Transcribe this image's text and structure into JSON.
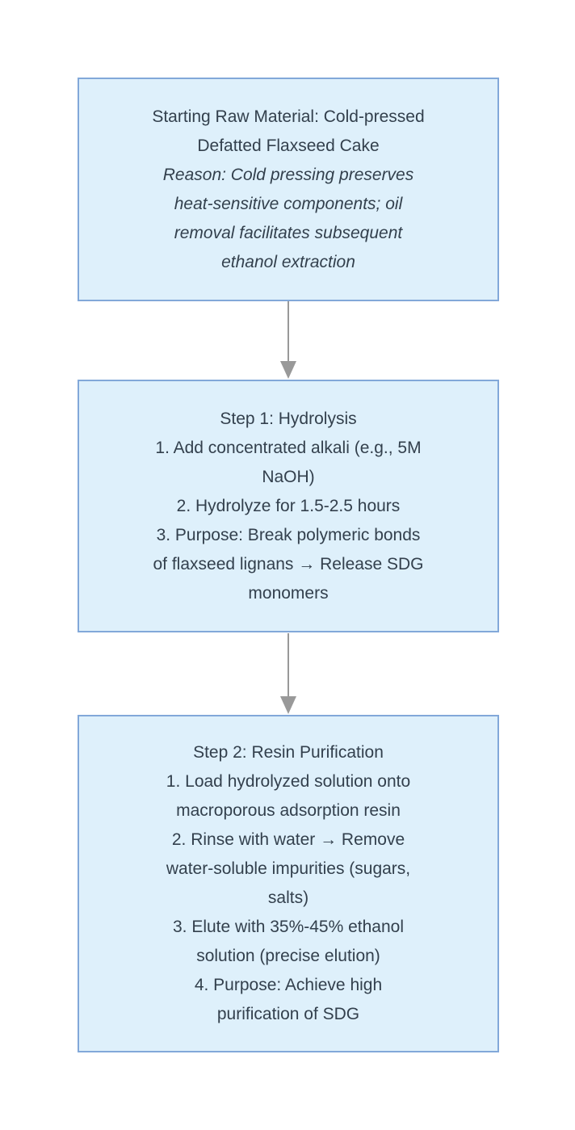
{
  "flowchart": {
    "title": "SDG extraction process flowchart",
    "colors": {
      "background": "#ffffff",
      "node_fill": "#def0fb",
      "node_border": "#82a8d9",
      "text": "#33404d",
      "arrow": "#999999"
    },
    "nodes": [
      {
        "id": "raw-material",
        "lines": [
          {
            "text": "Starting Raw Material: Cold-pressed",
            "style": "normal"
          },
          {
            "text": "Defatted Flaxseed Cake",
            "style": "normal"
          },
          {
            "text": "Reason: Cold pressing preserves",
            "style": "italic"
          },
          {
            "text": "heat-sensitive components; oil",
            "style": "italic"
          },
          {
            "text": "removal facilitates subsequent",
            "style": "italic"
          },
          {
            "text": "ethanol extraction",
            "style": "italic"
          }
        ]
      },
      {
        "id": "step-1-hydrolysis",
        "lines": [
          {
            "text": "Step 1: Hydrolysis",
            "style": "normal"
          },
          {
            "text": "1. Add concentrated alkali (e.g., 5M",
            "style": "normal"
          },
          {
            "text": "NaOH)",
            "style": "normal"
          },
          {
            "text": "2. Hydrolyze for 1.5-2.5 hours",
            "style": "normal"
          },
          {
            "text": "3. Purpose: Break polymeric bonds",
            "style": "normal"
          },
          {
            "text": "of flaxseed lignans → Release SDG",
            "style": "normal"
          },
          {
            "text": "monomers",
            "style": "normal"
          }
        ]
      },
      {
        "id": "step-2-resin-purification",
        "lines": [
          {
            "text": "Step 2: Resin Purification",
            "style": "normal"
          },
          {
            "text": "1. Load hydrolyzed solution onto",
            "style": "normal"
          },
          {
            "text": "macroporous adsorption resin",
            "style": "normal"
          },
          {
            "text": "2. Rinse with water → Remove",
            "style": "normal"
          },
          {
            "text": "water-soluble impurities (sugars,",
            "style": "normal"
          },
          {
            "text": "salts)",
            "style": "normal"
          },
          {
            "text": "3. Elute with 35%-45% ethanol",
            "style": "normal"
          },
          {
            "text": "solution (precise elution)",
            "style": "normal"
          },
          {
            "text": "4. Purpose: Achieve high",
            "style": "normal"
          },
          {
            "text": "purification of SDG",
            "style": "normal"
          }
        ]
      }
    ]
  }
}
